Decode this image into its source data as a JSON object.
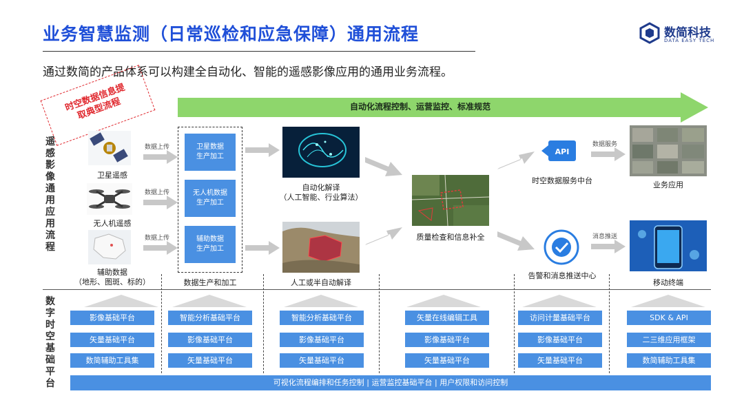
{
  "header": {
    "title": "业务智慧监测（日常巡检和应急保障）通用流程",
    "subtitle": "通过数简的产品体系可以构建全自动化、智能的遥感影像应用的通用业务流程。"
  },
  "logo": {
    "name": "数简科技",
    "tagline": "DATA EASY TECH"
  },
  "banner": {
    "label": "自动化流程控制、运营监控、标准规范"
  },
  "stamp": {
    "line1": "时空数据信息提",
    "line2": "取典型流程"
  },
  "side_labels": {
    "top": "遥感影像通用应用流程",
    "bottom": "数字时空基础平台"
  },
  "sources": [
    {
      "caption": "卫星遥感",
      "flow": "数据上传"
    },
    {
      "caption": "无人机遥感",
      "flow": "数据上传"
    },
    {
      "caption": "辅助数据",
      "caption2": "（地形、图斑、标的）",
      "flow": "数据上传"
    }
  ],
  "processing": {
    "boxes": [
      {
        "line1": "卫星数据",
        "line2": "生产加工"
      },
      {
        "line1": "无人机数据",
        "line2": "生产加工"
      },
      {
        "line1": "辅助数据",
        "line2": "生产加工"
      }
    ],
    "caption": "数据生产和加工"
  },
  "interpret": {
    "auto": {
      "caption": "自动化解译",
      "caption2": "（人工智能、行业算法）"
    },
    "manual": {
      "caption": "人工或半自动解译"
    }
  },
  "quality": {
    "caption": "质量检查和信息补全"
  },
  "services": {
    "api": {
      "caption": "时空数据服务中台",
      "icon_text": "API",
      "flow": "数据服务"
    },
    "alert": {
      "caption": "告警和消息推送中心",
      "flow": "消息推送"
    }
  },
  "outputs": {
    "business": {
      "caption": "业务应用"
    },
    "mobile": {
      "caption": "移动终端"
    }
  },
  "platform_columns": [
    [
      "影像基础平台",
      "矢量基础平台",
      "数简辅助工具集"
    ],
    [
      "智能分析基础平台",
      "影像基础平台",
      "矢量基础平台"
    ],
    [
      "智能分析基础平台",
      "影像基础平台",
      "矢量基础平台"
    ],
    [
      "矢量在线编辑工具",
      "影像基础平台",
      "矢量基础平台"
    ],
    [
      "访问计量基础平台",
      "影像基础平台",
      "矢量基础平台"
    ],
    [
      "SDK & API",
      "二三维应用框架",
      "数简辅助工具集"
    ]
  ],
  "bottom_bar": {
    "label": "可视化流程编排和任务控制 | 运营监控基础平台 | 用户权限和访问控制"
  },
  "colors": {
    "title_blue": "#1f4fd8",
    "box_blue": "#4a90e2",
    "banner_green": "#8ed66c",
    "stamp_red": "#e0282e",
    "arrow_grey": "#c8c8c8"
  }
}
